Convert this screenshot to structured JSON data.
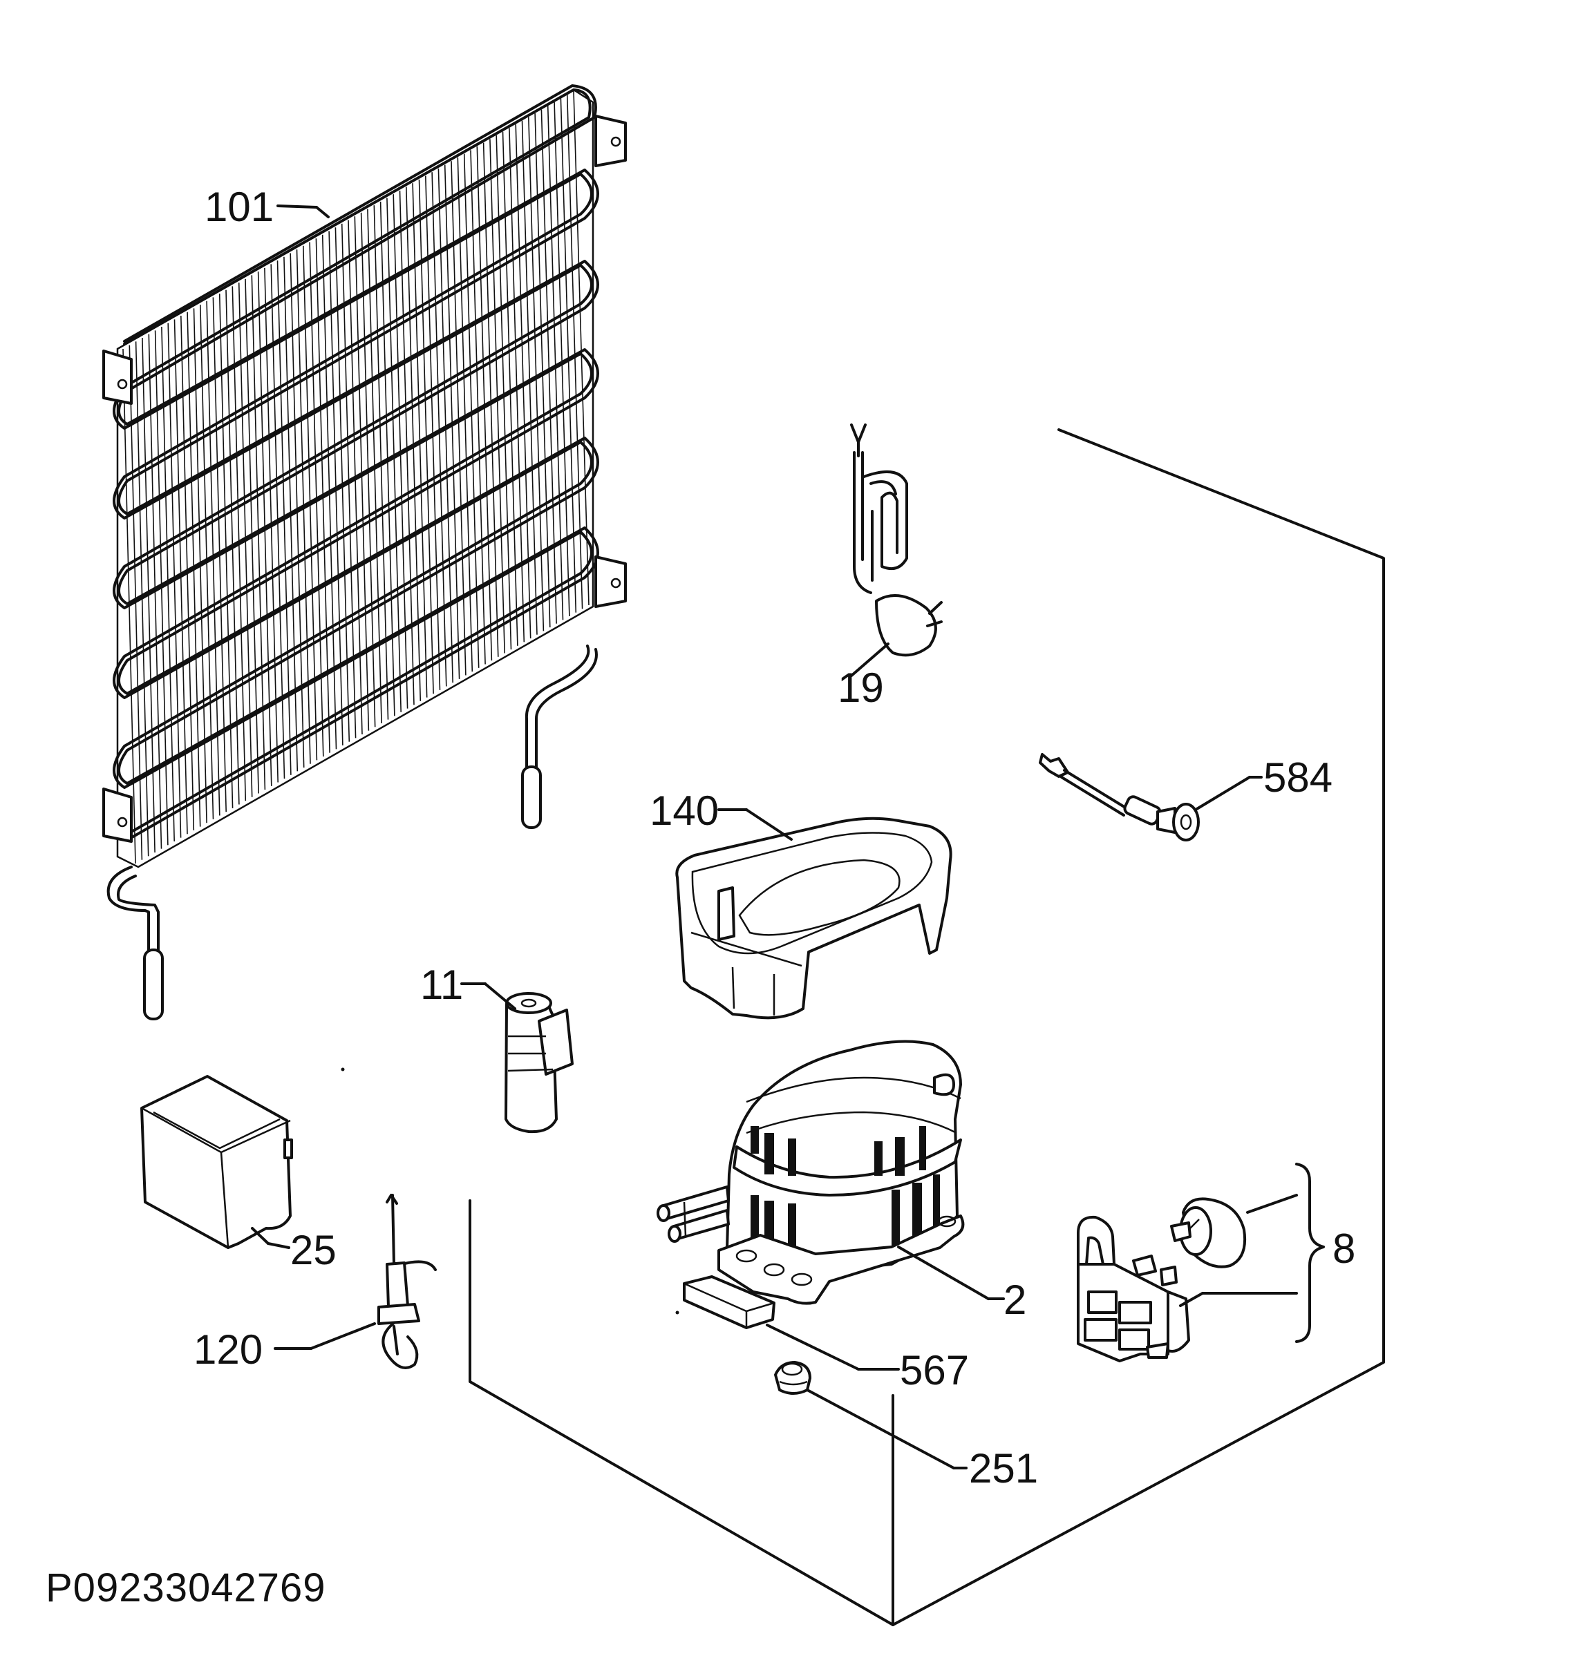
{
  "labels": {
    "p101": "101",
    "p19": "19",
    "p584": "584",
    "p140": "140",
    "p11": "11",
    "p25": "25",
    "p120": "120",
    "p2": "2",
    "p8": "8",
    "p567": "567",
    "p251": "251"
  },
  "document_code": "P09233042769"
}
